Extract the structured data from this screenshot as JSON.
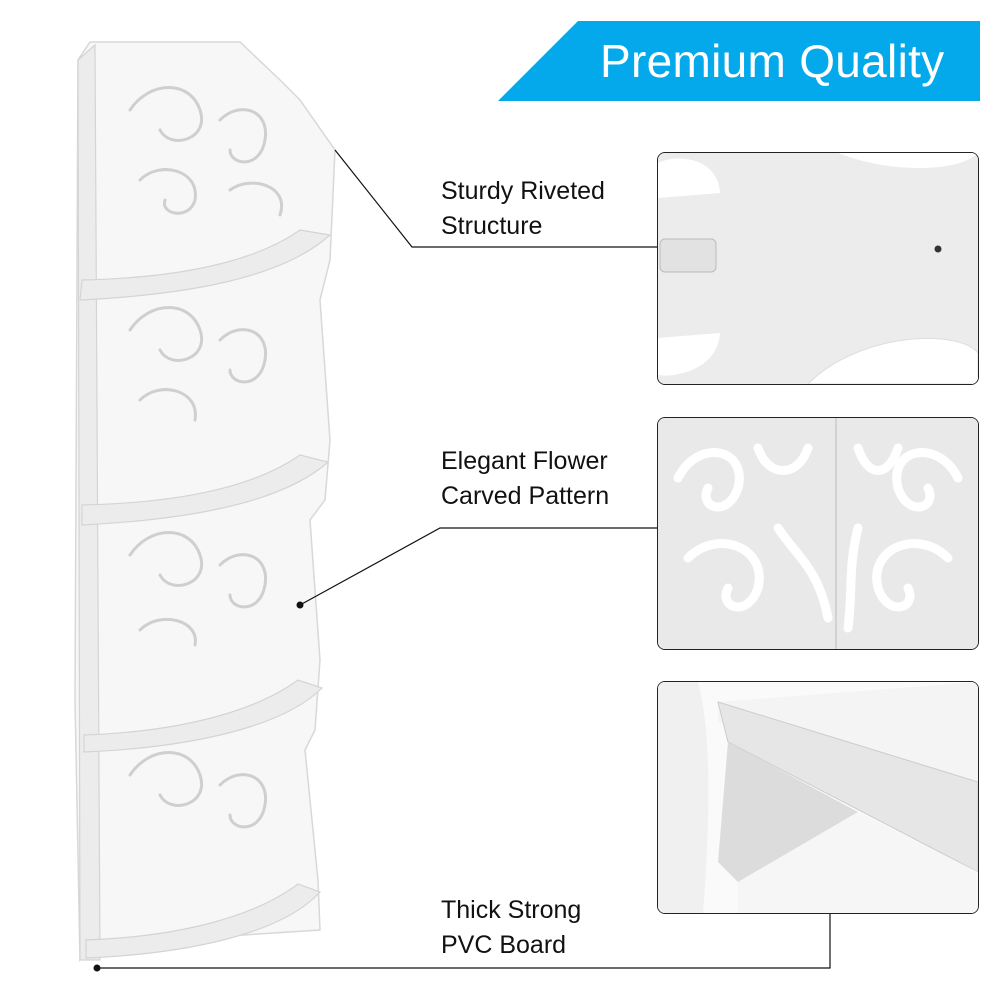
{
  "banner": {
    "title": "Premium Quality",
    "color": "#03A9EA"
  },
  "features": [
    {
      "line1": "Sturdy Riveted",
      "line2": "Structure"
    },
    {
      "line1": "Elegant Flower",
      "line2": "Carved Pattern"
    },
    {
      "line1": "Thick Strong",
      "line2": "PVC Board"
    }
  ]
}
